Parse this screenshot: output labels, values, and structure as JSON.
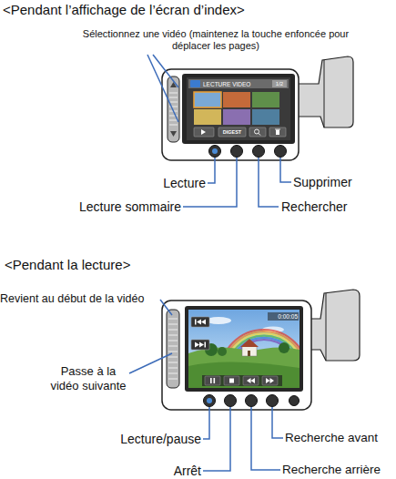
{
  "diagram": {
    "labels": [
      "<Pendant l’affichage de l’écran d’index>",
      "Sélectionnez une vidéo (maintenez la touche enfoncée pour déplacer les pages)",
      "LECTURE VIDEO",
      "1/2",
      "DIGEST",
      "Lecture",
      "Supprimer",
      "Lecture sommaire",
      "Rechercher",
      "<Pendant la lecture>",
      "Revient au début de la vidéo",
      "0:00:05",
      "Passe à la vidéo suivante",
      "Lecture/pause",
      "Recherche avant",
      "Arrêt",
      "Recherche arrière"
    ]
  }
}
